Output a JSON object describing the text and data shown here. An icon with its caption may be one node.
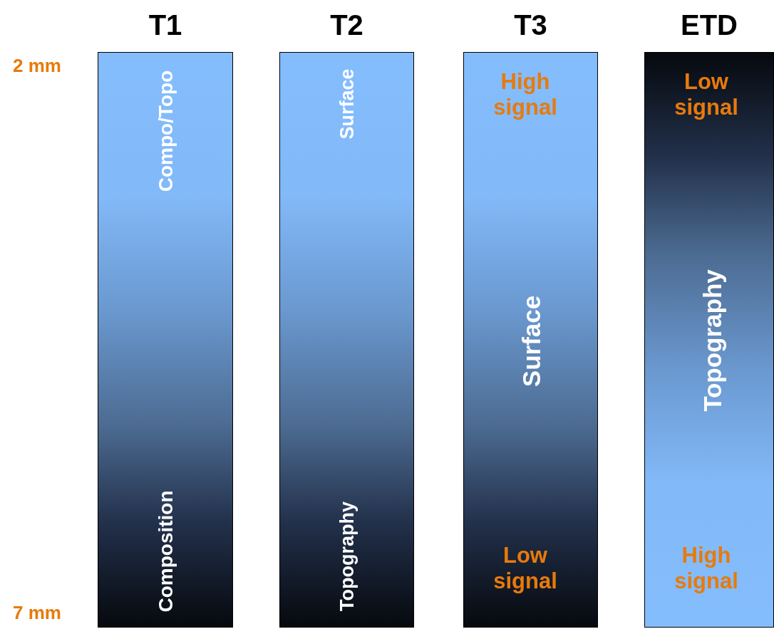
{
  "diagram": {
    "nodes": [
      {
        "text": [
          "T1",
          "Compo/Topo",
          "Composition"
        ]
      },
      {
        "text": [
          "T2",
          "Surface",
          "Topography"
        ]
      },
      {
        "text": [
          "T3",
          "High signal",
          "Surface",
          "Low signal"
        ]
      },
      {
        "text": [
          "ETD",
          "Low signal",
          "Topography",
          "High signal"
        ]
      }
    ],
    "labels": [
      "2 mm",
      "7 mm"
    ]
  }
}
